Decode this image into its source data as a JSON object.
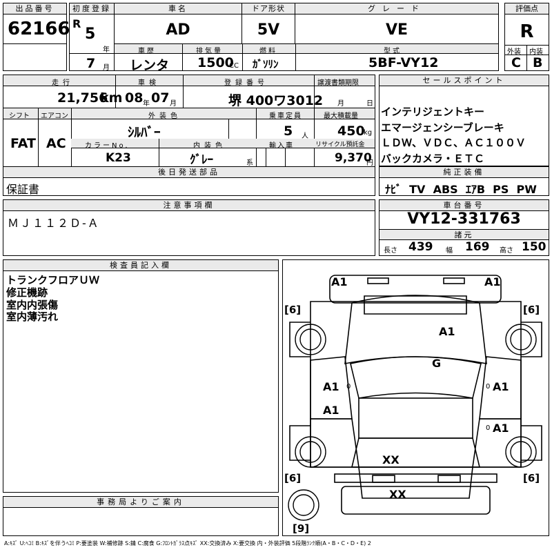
{
  "header": {
    "lot_no_label": "出品番号",
    "lot_no": "62166",
    "first_reg_label": "初度登録",
    "era": "R",
    "year": "5",
    "year_unit": "年",
    "month": "7",
    "month_unit": "月",
    "car_name_label": "車名",
    "car_name": "AD",
    "door_label": "ドア形状",
    "door": "5V",
    "grade_label": "グレード",
    "grade": "VE",
    "score_label": "評価点",
    "score": "R",
    "history_label": "車歴",
    "history": "レンタ",
    "displacement_label": "排気量",
    "displacement": "1500",
    "displacement_unit": "CC",
    "fuel_label": "燃料",
    "fuel": "ｶﾞｿﾘﾝ",
    "model_label": "型式",
    "model": "5BF-VY12",
    "exterior_label": "外装",
    "exterior": "C",
    "interior_label": "内装",
    "interior": "B"
  },
  "row2": {
    "mileage_label": "走行",
    "mileage": "21,756",
    "mileage_unit": "km",
    "inspection_label": "車検",
    "insp_year": "08",
    "insp_year_unit": "年",
    "insp_month": "07",
    "insp_month_unit": "月",
    "reg_no_label": "登録番号",
    "reg_no": "堺 400ワ3012",
    "transfer_label": "譲渡書類期限",
    "transfer_month_unit": "月",
    "transfer_day_unit": "日",
    "sales_points_label": "セールスポイント",
    "sales_points": [
      "インテリジェントキー",
      "エマージェンシーブレーキ",
      "ＬＤＷ、ＶＤＣ、ＡＣ１００Ｖ",
      "バックカメラ・ＥＴＣ"
    ]
  },
  "row3": {
    "shift_label": "シフト",
    "shift": "FAT",
    "ac_label": "エアコン",
    "ac": "AC",
    "ext_color_label": "外装色",
    "ext_color": "ｼﾙﾊﾞｰ",
    "capacity_label": "乗車定員",
    "capacity": "5",
    "capacity_unit": "人",
    "max_load_label": "最大積載量",
    "max_load": "450",
    "max_load_unit": "kg",
    "color_no_label": "カラーNo.",
    "color_no": "K23",
    "int_color_label": "内装色",
    "int_color": "ｸﾞﾚｰ",
    "int_color_unit": "系",
    "import_label": "輸入車",
    "recycle_label": "リサイクル預託金",
    "recycle": "9,370",
    "recycle_unit": "円"
  },
  "later_parts": {
    "label": "後日発送部品",
    "value": "保証書"
  },
  "equipment": {
    "label": "純正装備",
    "value": "ﾅﾋﾞ  TV  ABS  ｴｱB  PS  PW"
  },
  "notes": {
    "label": "注意事項欄",
    "value": "ＭＪ１１２Ｄ-Ａ"
  },
  "chassis": {
    "label": "車台番号",
    "value": "VY12-331763"
  },
  "specs": {
    "label": "諸元",
    "length_label": "長さ",
    "length": "439",
    "width_label": "幅",
    "width": "169",
    "height_label": "高さ",
    "height": "150"
  },
  "inspector": {
    "label": "検査員記入欄",
    "lines": [
      "トランクフロアＵＷ",
      "修正機跡",
      "室内内張傷",
      "室内薄汚れ"
    ]
  },
  "office": {
    "label": "事務局よりご案内"
  },
  "diagram": {
    "marks": [
      "A1",
      "A1",
      "A1",
      "G",
      "A1",
      "A1",
      "A1",
      "A1",
      "XX",
      "XX"
    ],
    "tire_marks": [
      "6",
      "6",
      "6",
      "6",
      "9"
    ],
    "zeros": [
      "0",
      "0",
      "0"
    ]
  },
  "legend": "A:ｷｽﾞ U:ﾍｺﾐ B:ｷｽﾞを伴うﾍｺﾐ P:要塗装 W:補修跡 S:錆 C:腐食 G:ﾌﾛﾝﾄｶﾞﾗｽ点ｷｽﾞ XX:交換済み X:要交換  内・外装評価  5段階ﾗﾝｸ順(A・B・C・D・E) 2"
}
